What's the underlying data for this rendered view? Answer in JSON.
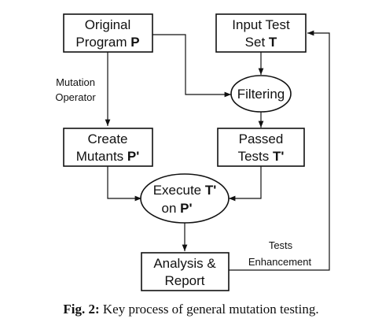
{
  "nodes": {
    "original": {
      "line1": "Original",
      "line2_text": "Program ",
      "line2_bold": "P"
    },
    "input": {
      "line1": "Input Test",
      "line2_text": "Set ",
      "line2_bold": "T"
    },
    "filtering": {
      "label": "Filtering"
    },
    "create": {
      "line1": "Create",
      "line2_text": "Mutants ",
      "line2_bold": "P'"
    },
    "passed": {
      "line1": "Passed",
      "line2_text": "Tests ",
      "line2_bold": "T'"
    },
    "execute": {
      "line1_text": "Execute ",
      "line1_bold": "T'",
      "line2_text": "on ",
      "line2_bold": "P'"
    },
    "analysis": {
      "line1": "Analysis &",
      "line2": "Report"
    }
  },
  "edge_labels": {
    "mutation_1": "Mutation",
    "mutation_2": "Operator",
    "tests_1": "Tests",
    "tests_2": "Enhancement"
  },
  "caption": {
    "figure": "Fig. 2:",
    "text": " Key process of general mutation testing."
  }
}
